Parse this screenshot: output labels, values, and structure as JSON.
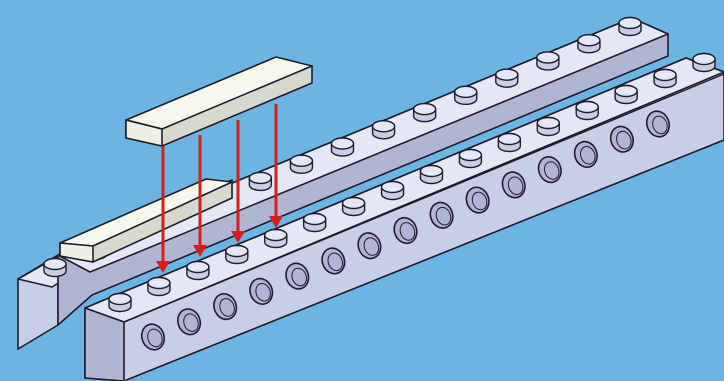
{
  "colors": {
    "background": "#6cb4e4",
    "brick_top": "#e4e7f5",
    "brick_front": "#c9cde6",
    "brick_side": "#b1b5d3",
    "tile": "#f7f7ee",
    "tile_side": "#d8d8cc",
    "outline": "#1d1d2b",
    "arrow": "#d51f1a"
  },
  "diagram": {
    "back_beam_studs": 15,
    "front_beam_studs": 16,
    "front_beam_holes": 15,
    "tile_studs_covered": 4,
    "arrow_count": 4
  }
}
